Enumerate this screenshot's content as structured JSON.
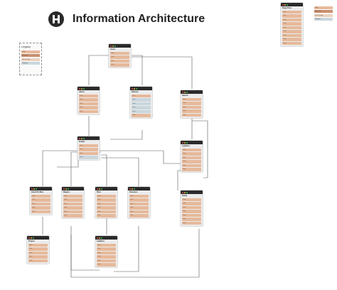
{
  "header": {
    "title": "Information Architecture"
  },
  "legend": {
    "title": "Legacy",
    "items": [
      {
        "label": "Page",
        "color": "#e6b99b"
      },
      {
        "label": "Important",
        "color": "#c98e6e"
      },
      {
        "label": "Link to Page",
        "color": "#ecd2c1"
      },
      {
        "label": "Subpage",
        "color": "#c9d6dc"
      }
    ]
  },
  "right_key": {
    "items": [
      {
        "label": "Page",
        "color": "#e6b99b"
      },
      {
        "label": "Important",
        "color": "#c98e6e"
      },
      {
        "label": "Link to Page",
        "color": "#ecd2c1"
      },
      {
        "label": "Subpage",
        "color": "#c9d6dc"
      }
    ]
  },
  "nodes": {
    "page_flow": {
      "name": "Page Flow",
      "items": [
        "Item",
        "Item",
        "Item",
        "Item",
        "Item",
        "Item",
        "Item",
        "Item",
        "Item"
      ]
    },
    "home": {
      "name": "Home",
      "items": [
        "Item",
        "Item",
        "Item",
        "Item"
      ]
    },
    "about": {
      "name": "About",
      "items": [
        "Item",
        "Item",
        "Item",
        "Item",
        "Item"
      ]
    },
    "dataset": {
      "name": "Dataset",
      "items": [
        "Item",
        "Item",
        "Item",
        "Item",
        "Item",
        "Item"
      ]
    },
    "search": {
      "name": "Search",
      "items": [
        "Item",
        "Item",
        "Item",
        "Item",
        "Item"
      ]
    },
    "profile": {
      "name": "Profile",
      "items": [
        "Item",
        "Item",
        "Item",
        "Item"
      ]
    },
    "lightbox1": {
      "name": "Lightbox",
      "items": [
        "Item",
        "Item",
        "Item",
        "Item",
        "Item",
        "Item"
      ]
    },
    "entity": {
      "name": "Entity",
      "items": [
        "Item",
        "Item",
        "Item",
        "Item",
        "Item",
        "Item",
        "Item"
      ]
    },
    "grant": {
      "name": "Grant Profiles",
      "items": [
        "Item",
        "Item",
        "Item",
        "Item",
        "Item"
      ]
    },
    "region": {
      "name": "Region",
      "items": [
        "Item",
        "Item",
        "Item",
        "Item",
        "Item",
        "Item"
      ]
    },
    "files": {
      "name": "Files",
      "items": [
        "Item",
        "Item",
        "Item",
        "Item",
        "Item",
        "Item"
      ]
    },
    "structure": {
      "name": "Structure",
      "items": [
        "Item",
        "Item",
        "Item",
        "Item",
        "Item",
        "Item"
      ]
    },
    "project": {
      "name": "Project",
      "items": [
        "Item",
        "Item",
        "Item",
        "Item",
        "Item"
      ]
    },
    "lightbox2": {
      "name": "Lightbox",
      "items": [
        "Item",
        "Item",
        "Item",
        "Item",
        "Item",
        "Item"
      ]
    }
  }
}
